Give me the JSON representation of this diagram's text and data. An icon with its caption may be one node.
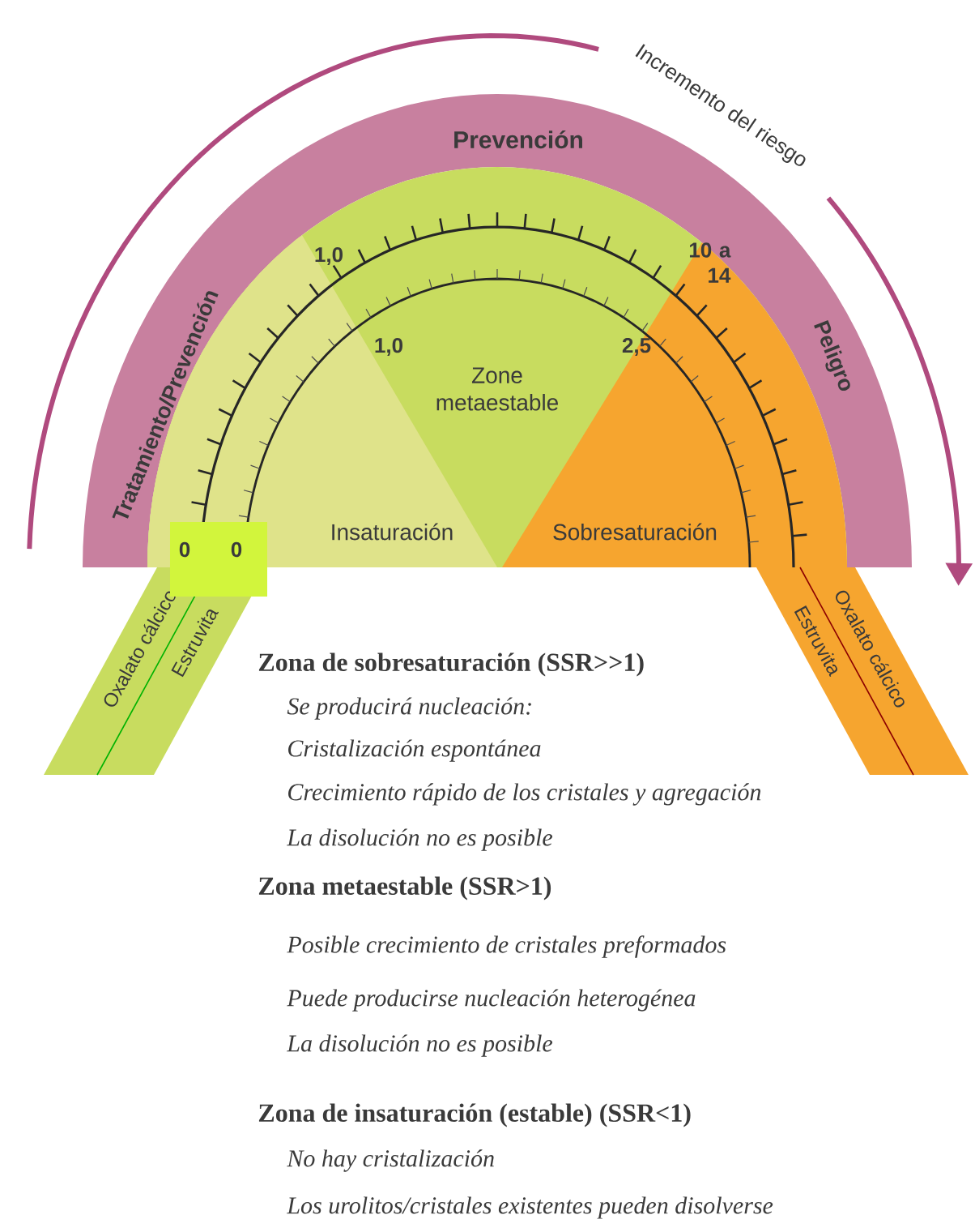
{
  "diagram": {
    "nodes": [
      {
        "text": [
          "Tratamiento/Prevención",
          "Prevención",
          "Peligro"
        ]
      },
      {
        "text": [
          "Zone metaestable"
        ]
      },
      {
        "text": [
          "Insaturación"
        ]
      },
      {
        "text": [
          "Sobresaturación"
        ]
      },
      {
        "text": [
          "Oxalato cálcico",
          "Estruvita"
        ]
      },
      {
        "text": [
          "Estruvita",
          "Oxalato cálcico"
        ]
      }
    ],
    "labels": [
      "Incremento del riesgo",
      "1,0",
      "10 a 14",
      "1,0",
      "2,5",
      "0",
      "0",
      "Zona de sobresaturación (SSR>>1)",
      "Se producirá nucleación:",
      "Cristalización espontánea",
      "Crecimiento rápido de los cristales y agregación",
      "La disolución no es posible",
      "Zona metaestable (SSR>1)",
      "Posible crecimiento de cristales preformados",
      "Puede producirse nucleación heterogénea",
      "La disolución no es posible",
      "Zona de insaturación (estable) (SSR<1)",
      "No hay cristalización",
      "Los urolitos/cristales existentes pueden disolverse"
    ]
  }
}
